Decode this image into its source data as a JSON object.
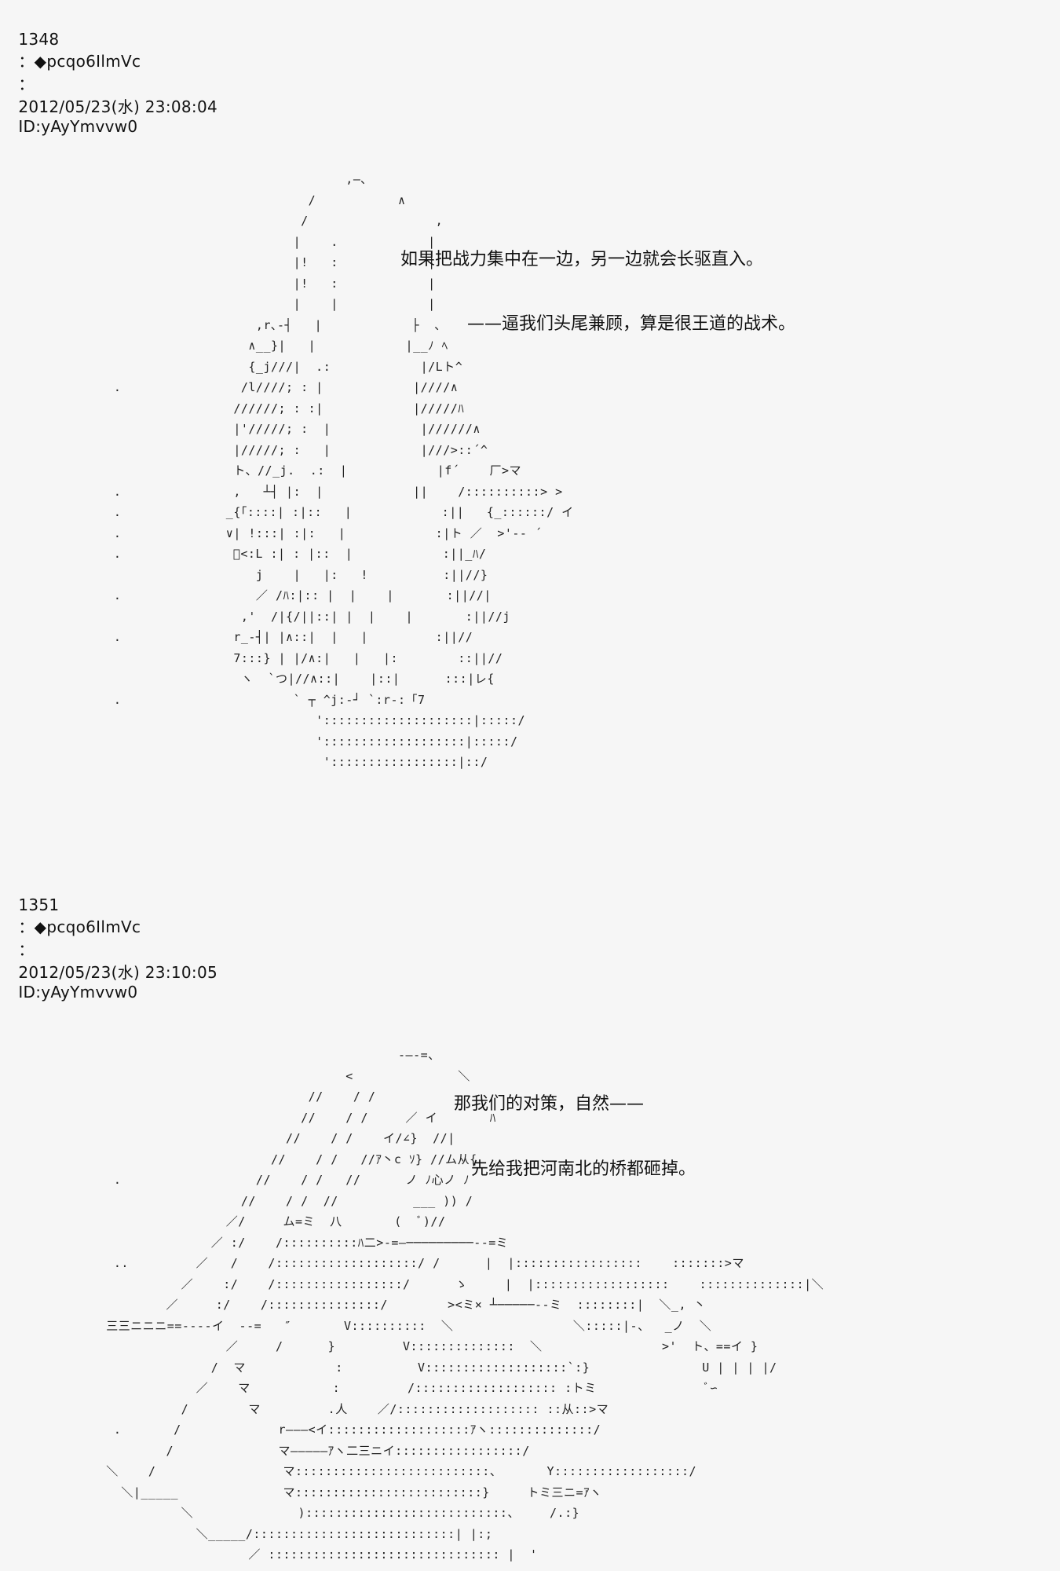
{
  "posts": [
    {
      "number": "1348",
      "separator": "：",
      "trip_mark": "◆",
      "tripcode": "pcqo6IlmVc",
      "date": "2012/05/23(水) 23:08:04",
      "id": "ID:yAyYmvvw0",
      "narration": [
        "如果把战力集中在一边，另一边就会长驱直入。",
        "——逼我们头尾兼顾，算是很王道的战术。"
      ],
      "ascii_art": "                                          ,—､\n                                     /           ∧\n                                    /                 ,\n                                   |    .            |\n                                   |!   :            |\n                                   |!   :            |\n                                   |    |            |\n                              ,r､-┤   |            ├  、\n                             ∧__}|   |            |__ﾉ ﾍ\n                             {_j///|  .:            |/Lト^\n           .                /l////; : |            |////∧\n                           //////; : :|            |/////ﾊ\n                           |'/////; :  |            |//////∧\n                           |/////; :   |            |///>::´^\n                           ト、//_j.  .:  |            |f´    厂>マ\n           .               ,   ┴┤ |:  |            ||    /::::::::::> >\n           .              _{「::::| :|::   |            :||   {_::::::/ イ\n           .              ∨| !:::| :|:   |            :|ト ／  >'-- ´\n           .               ﾞ<:L :| : |::  |            :||_ﾊ/\n                              j    |   |:   !          :||//}\n           .                  ／ /ﾊ:|:: |  |    |       :||//|\n                            ,'  /|{/||::| |  |    |       :||//j\n           .               r_-┤| |∧::|  |   |         :||//\n                           7:::} | |/∧:|   |   |:        ::||//\n                            ヽ  `つ|//∧::|    |::|      :::|レ{\n           .                       ` ┬ ^j:-┘ `:r-:「7\n                                      '::::::::::::::::::::|:::::/\n                                      ':::::::::::::::::::|:::::/\n                                       ':::::::::::::::::|::/"
    },
    {
      "number": "1351",
      "separator": "：",
      "trip_mark": "◆",
      "tripcode": "pcqo6IlmVc",
      "date": "2012/05/23(水) 23:10:05",
      "id": "ID:yAyYmvvw0",
      "narration": [
        "那我们的对策，自然——",
        "先给我把河南北的桥都砸掉。"
      ],
      "ascii_art": "                                                 -—-=、\n                                          <              ＼\n                                     //    / /\n                                    //    / /     ／ イ       ﾊ\n                                  //    / /    イ/∠}  //|\n                                //    / /   //ｱ丶c ｿ} //ム从{\n           .                  //    / /   //      ノ ﾉ心ノ ﾉ\n                            //    / /  //          ___ )) /\n                          ／/     ム=ミ  八       (  ﾞ)//\n                        ／ :/    /::::::::::ﾊ二>-=—─────────--=ミ\n           ..         ／   /    /:::::::::::::::::::/ /      |  |:::::::::::::::::    :::::::>マ\n                    ／    :/    /:::::::::::::::::/      ゝ     |  |::::::::::::::::::    ::::::::::::::|＼\n                  ／     :/    /:::::::::::::::/        ><ミ× ┴─────--ミ  ::::::::|  ＼_, 丶\n          三三ニニニ==----イ  --=   ″       V::::::::::  ＼                ＼:::::|-、  _ノ  ＼\n                          ／     /      }         V::::::::::::::  ＼                >'  ト、==イ }\n                        /  マ            :          V:::::::::::::::::::`:}               U | | | |/\n                      ／    マ           :         /::::::::::::::::::: :トミ               ﾞ∽\n                    /        マ         .人    ／/::::::::::::::::::: ::从::>マ\n           .       /             r———<イ:::::::::::::::::::ｱヽ::::::::::::::/\n                  /              マ—————ｱヽ二三ニイ:::::::::::::::::/\n          ＼    /                 マ::::::::::::::::::::::::::、      Y::::::::::::::::::/\n            ＼|_____              マ:::::::::::::::::::::::::}     トミ三ニ=ｱヽ\n                    ＼              ):::::::::::::::::::::::::::、    /.:}\n                      ＼_____/:::::::::::::::::::::::::::| |:;\n                             ／ ::::::::::::::::::::::::::::::: |  '"
    }
  ]
}
